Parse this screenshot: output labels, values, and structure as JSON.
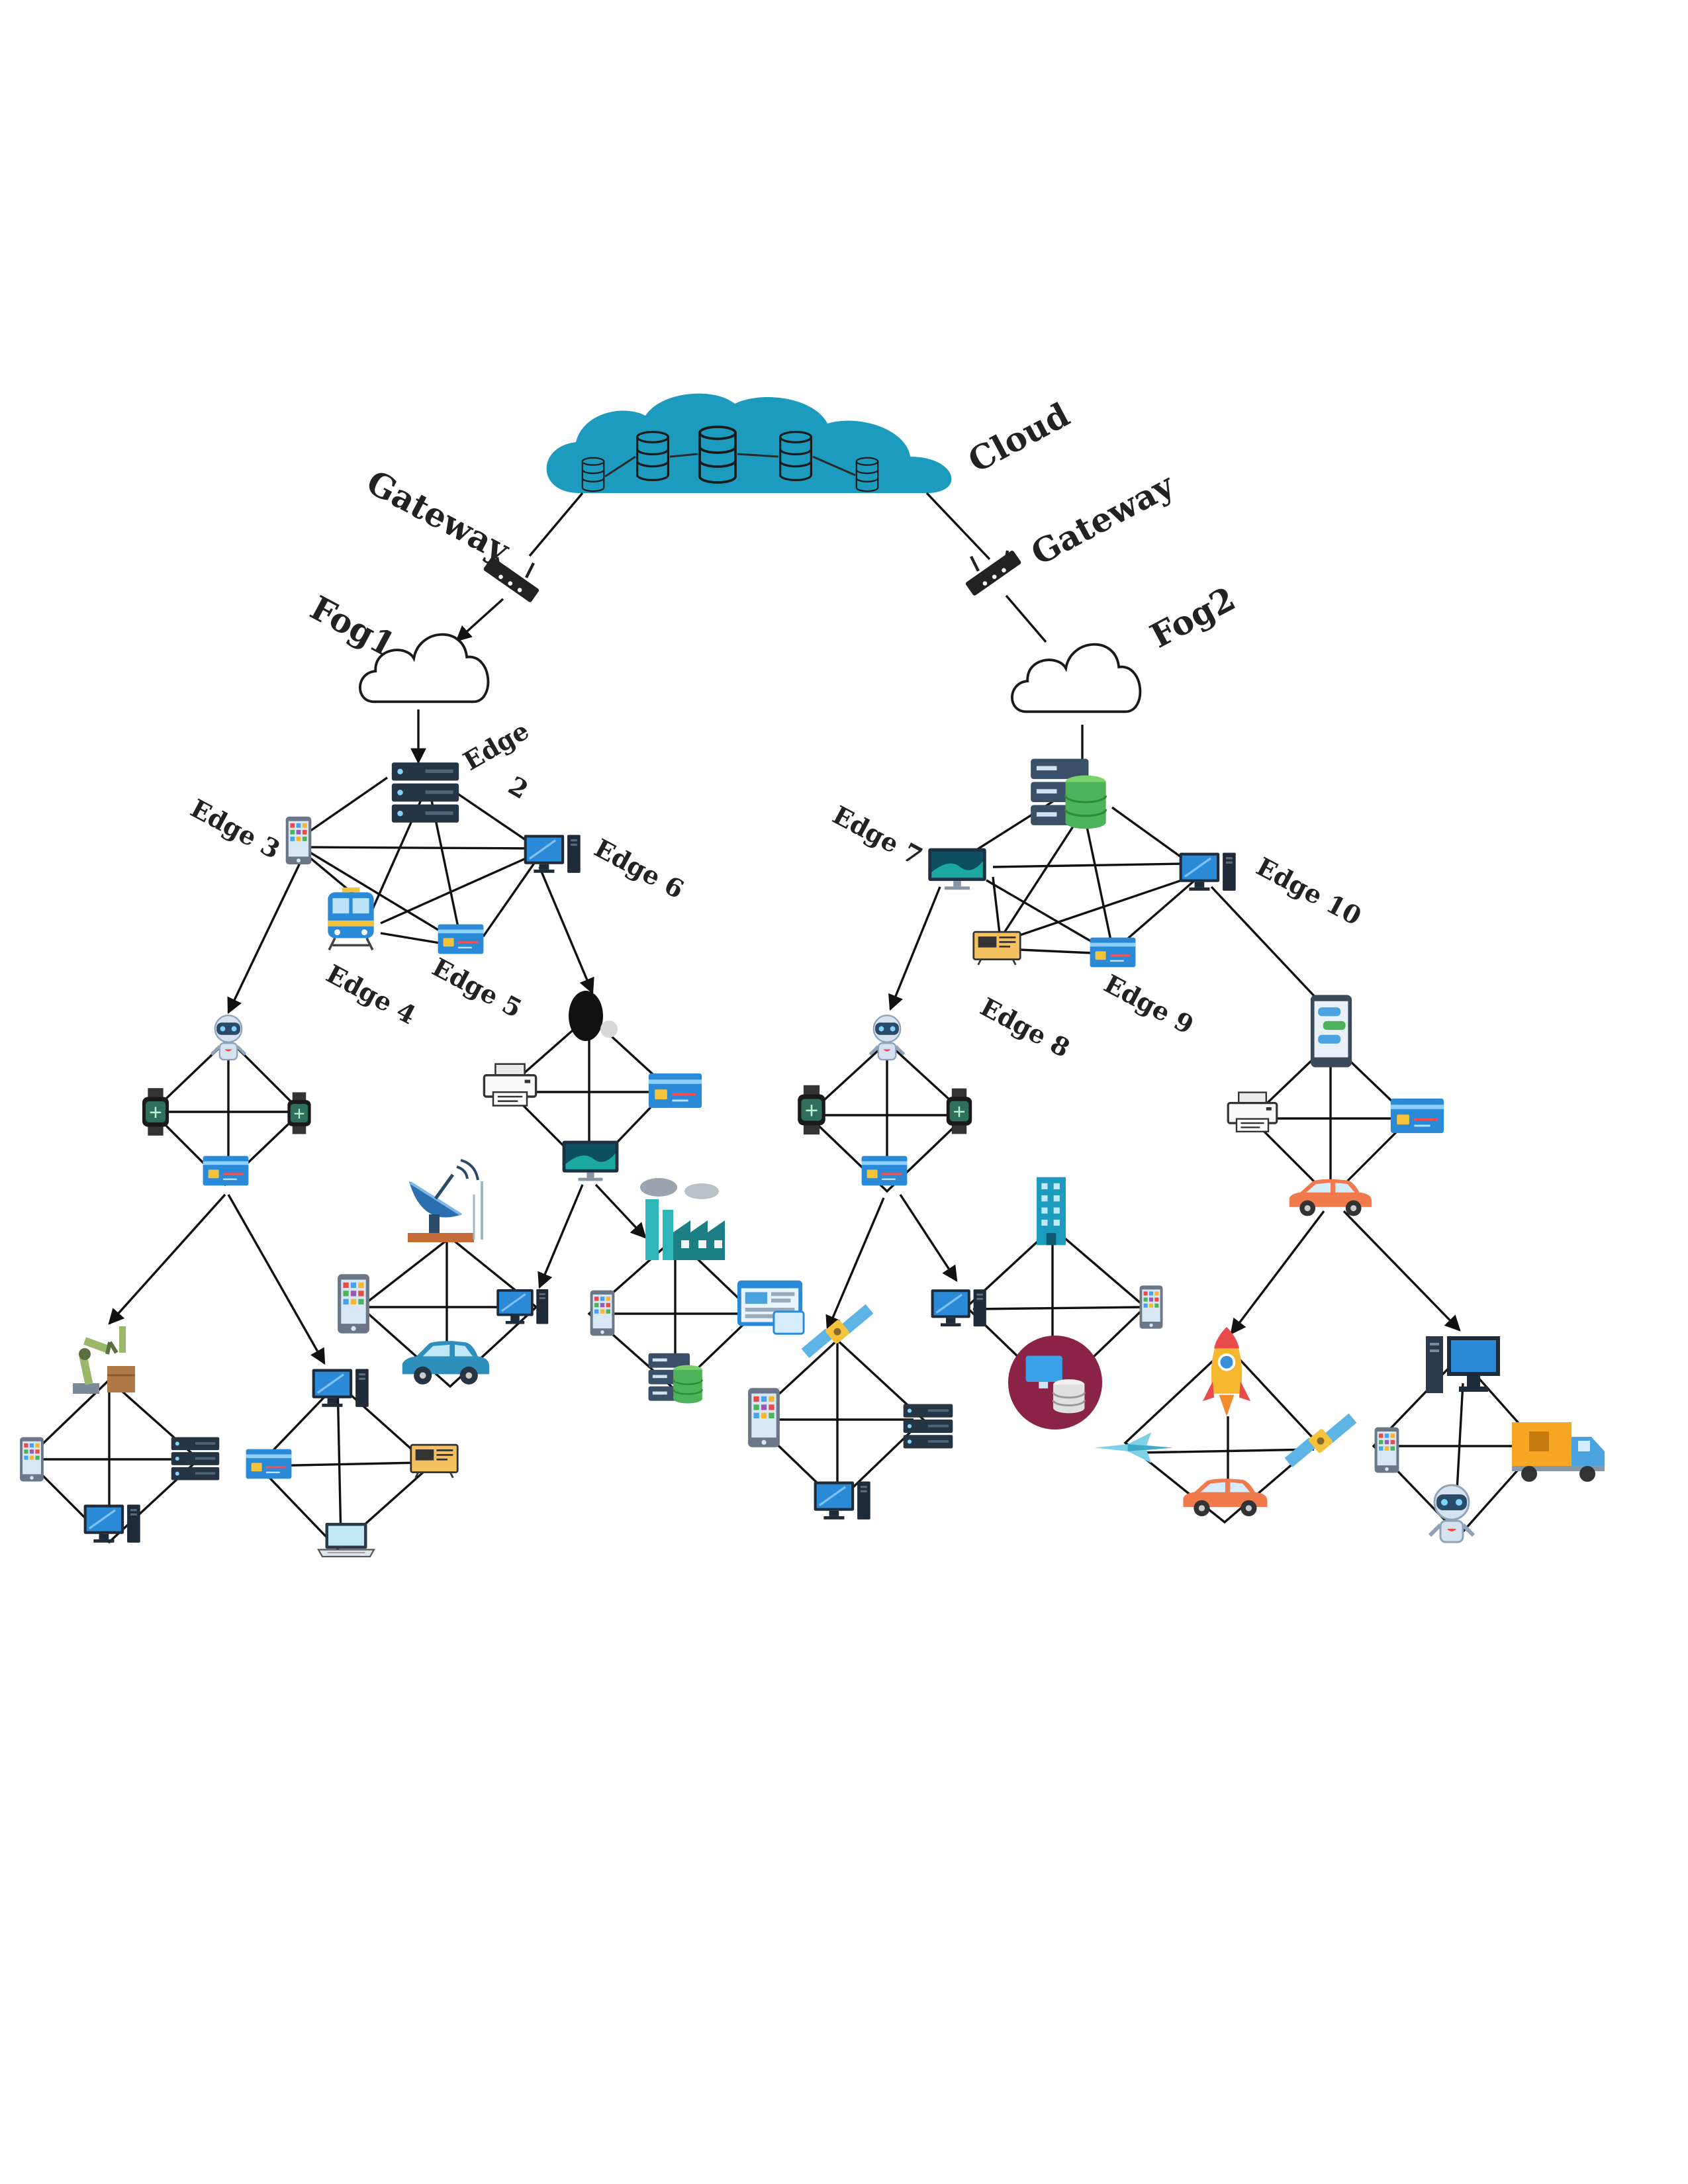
{
  "labels": {
    "cloud": "Cloud",
    "gateway_left": "Gateway",
    "gateway_right": "Gateway",
    "fog1": "Fog1",
    "fog2": "Fog2",
    "edge2_a": "Edge",
    "edge2_b": "2",
    "edge3": "Edge 3",
    "edge4": "Edge 4",
    "edge5": "Edge 5",
    "edge6": "Edge 6",
    "edge7": "Edge 7",
    "edge8": "Edge 8",
    "edge9": "Edge 9",
    "edge10": "Edge 10"
  },
  "icons": [
    "cloud-database-icon",
    "router-icon",
    "fog-cloud-icon",
    "server-rack-icon",
    "database-server-icon",
    "smartphone-icon",
    "desktop-computer-icon",
    "monitor-icon",
    "train-icon",
    "card-reader-icon",
    "printer-icon",
    "robot-icon",
    "smartwatch-icon",
    "satellite-dish-icon",
    "factory-icon",
    "satellite-icon",
    "building-icon",
    "rocket-icon",
    "car-icon",
    "drone-icon",
    "truck-icon",
    "robotic-arm-icon",
    "laptop-icon",
    "atm-icon"
  ],
  "colors": {
    "cloud": "#1d9bbf",
    "accent_blue": "#2a8ad8",
    "screen_dark": "#1f3040",
    "server": "#263544",
    "db_green": "#4db35a",
    "car": "#f07a4c",
    "teal": "#2fb6b8"
  }
}
